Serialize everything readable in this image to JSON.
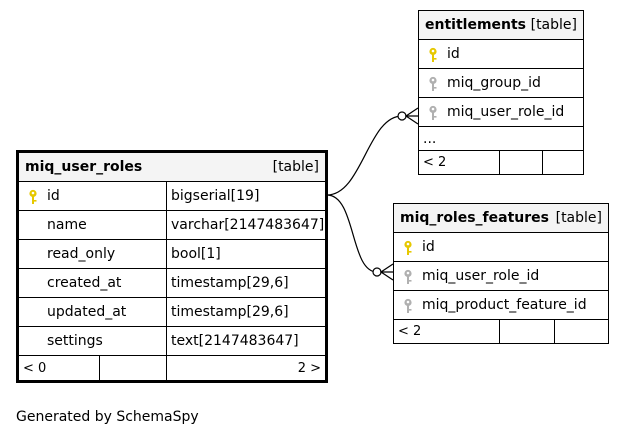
{
  "tables": {
    "miq_user_roles": {
      "name": "miq_user_roles",
      "kind": "[table]",
      "columns": [
        {
          "name": "id",
          "type": "bigserial[19]",
          "key": "primary"
        },
        {
          "name": "name",
          "type": "varchar[2147483647]",
          "key": "none"
        },
        {
          "name": "read_only",
          "type": "bool[1]",
          "key": "none"
        },
        {
          "name": "created_at",
          "type": "timestamp[29,6]",
          "key": "none"
        },
        {
          "name": "updated_at",
          "type": "timestamp[29,6]",
          "key": "none"
        },
        {
          "name": "settings",
          "type": "text[2147483647]",
          "key": "none"
        }
      ],
      "footer_left": "< 0",
      "footer_right": "2 >"
    },
    "entitlements": {
      "name": "entitlements",
      "kind": "[table]",
      "columns": [
        {
          "name": "id",
          "key": "primary"
        },
        {
          "name": "miq_group_id",
          "key": "foreign"
        },
        {
          "name": "miq_user_role_id",
          "key": "foreign"
        },
        {
          "name": "...",
          "key": "none"
        }
      ],
      "footer_left": "< 2"
    },
    "miq_roles_features": {
      "name": "miq_roles_features",
      "kind": "[table]",
      "columns": [
        {
          "name": "id",
          "key": "primary"
        },
        {
          "name": "miq_user_role_id",
          "key": "foreign"
        },
        {
          "name": "miq_product_feature_id",
          "key": "foreign"
        }
      ],
      "footer_left": "< 2"
    }
  },
  "colors": {
    "primary_key": "#e6c800",
    "foreign_key": "#b0b0b0",
    "header_bg": "#f4f4f4",
    "line": "#000000"
  },
  "caption": "Generated by SchemaSpy"
}
